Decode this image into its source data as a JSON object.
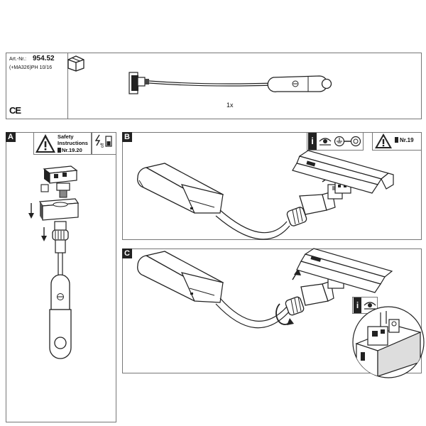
{
  "header": {
    "art_label": "Art.-Nr.:",
    "art_number": "954.52",
    "variant": "(+MA326)PH 10/16",
    "ce_mark": "CE",
    "quantity": "1x",
    "package_icon": "package-box-icon"
  },
  "panel_a": {
    "tag": "A",
    "safety_title_1": "Safety",
    "safety_title_2": "Instructions",
    "safety_ref": "Nr.19.20",
    "off_label": "off"
  },
  "panel_b": {
    "tag": "B",
    "info_letter": "i",
    "warning_ref": "Nr.19"
  },
  "panel_c": {
    "tag": "C",
    "info_letter": "i"
  },
  "colors": {
    "line": "#222222",
    "border": "#777777",
    "dark": "#222222",
    "highlight": "#d9d9d9"
  }
}
